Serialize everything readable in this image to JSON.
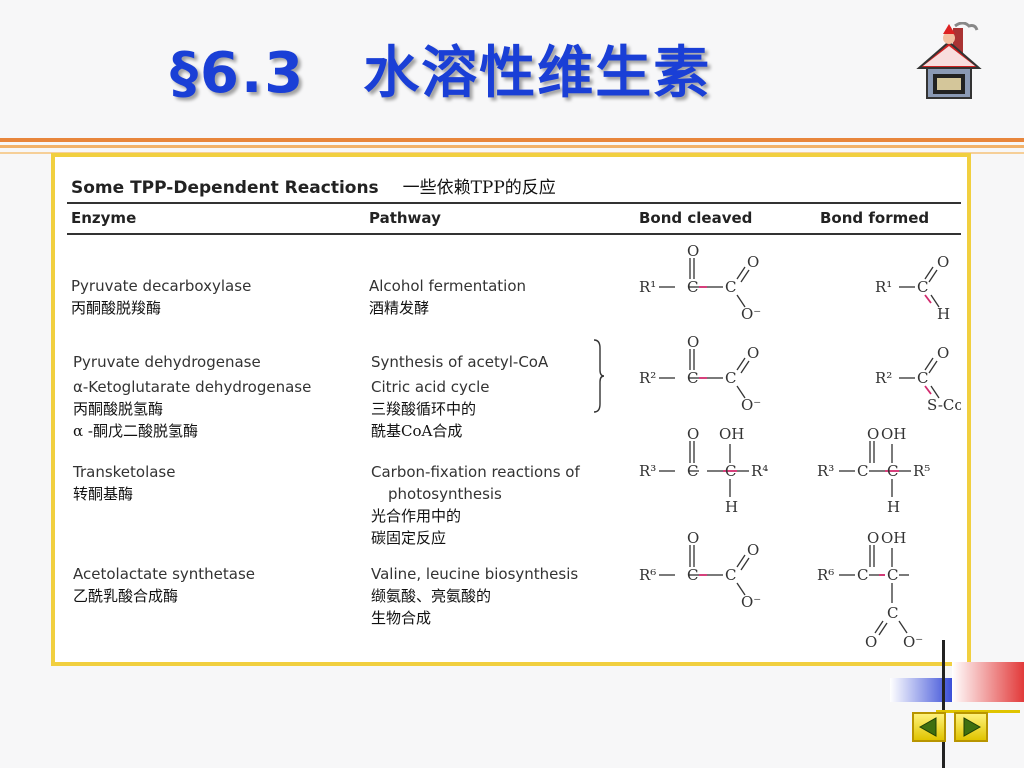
{
  "slide": {
    "title": "§6.3　水溶性维生素"
  },
  "table": {
    "caption": "Some TPP-Dependent Reactions",
    "caption_zh": "一些依赖TPP的反应",
    "headers": {
      "enzyme": "Enzyme",
      "pathway": "Pathway",
      "bond_cleaved": "Bond cleaved",
      "bond_formed": "Bond formed"
    },
    "rows": [
      {
        "enzyme": [
          "Pyruvate decarboxylase"
        ],
        "enzyme_zh": [
          "丙酮酸脱羧酶"
        ],
        "pathway": [
          "Alcohol fermentation"
        ],
        "pathway_zh": [
          "酒精发酵"
        ]
      },
      {
        "enzyme": [
          "Pyruvate dehydrogenase",
          "α-Ketoglutarate dehydrogenase"
        ],
        "enzyme_zh": [
          "丙酮酸脱氢酶",
          "α -酮戊二酸脱氢酶"
        ],
        "pathway": [
          "Synthesis of acetyl-CoA",
          "Citric acid cycle"
        ],
        "pathway_zh": [
          "三羧酸循环中的",
          "酰基CoA合成"
        ]
      },
      {
        "enzyme": [
          "Transketolase"
        ],
        "enzyme_zh": [
          "转酮基酶"
        ],
        "pathway": [
          "Carbon-fixation reactions of",
          "photosynthesis"
        ],
        "pathway_zh": [
          "光合作用中的",
          "碳固定反应"
        ]
      },
      {
        "enzyme": [
          "Acetolactate synthetase"
        ],
        "enzyme_zh": [
          "乙酰乳酸合成酶"
        ],
        "pathway": [
          "Valine, leucine biosynthesis"
        ],
        "pathway_zh": [
          "缬氨酸、亮氨酸的",
          "生物合成"
        ]
      }
    ]
  },
  "structures": {
    "o": "O",
    "oh": "OH",
    "c": "C",
    "h": "H",
    "o_minus": "O⁻",
    "s_coa": "S-CoA",
    "r1": "R¹",
    "r2": "R²",
    "r3": "R³",
    "r4": "R⁴",
    "r5": "R⁵",
    "r6": "R⁶"
  },
  "icons": {
    "home": "house-icon",
    "prev": "arrow-left-icon",
    "next": "arrow-right-icon"
  },
  "colors": {
    "title": "#1a3fd6",
    "frame": "#f1cf3f",
    "bond_highlight": "#d22a6e",
    "nav": "#f0dc3c"
  }
}
